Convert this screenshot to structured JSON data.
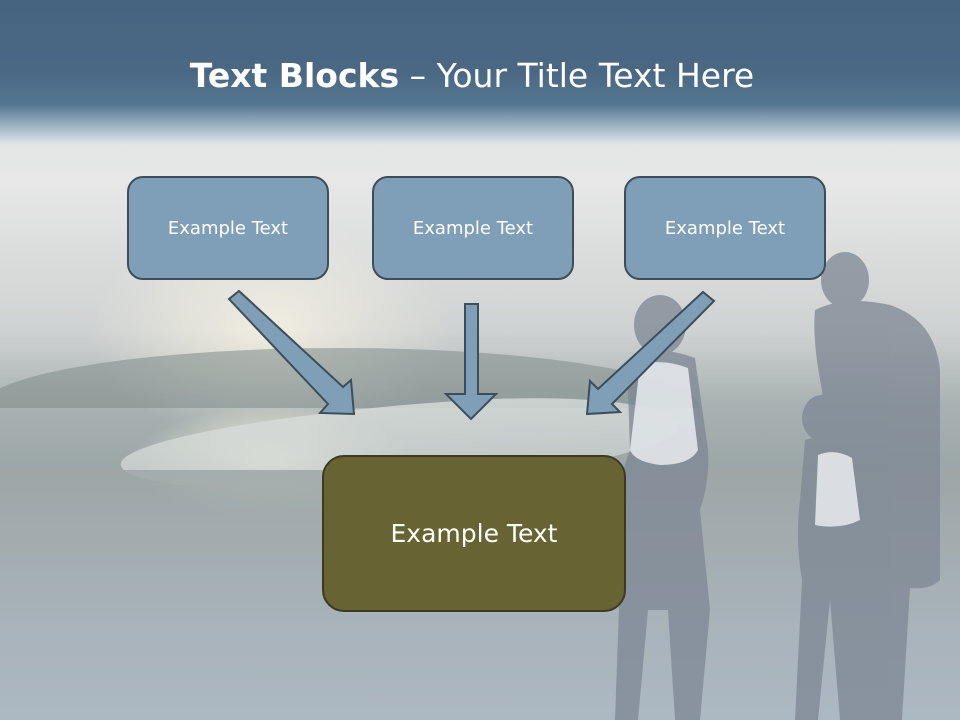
{
  "slide": {
    "title_bold": "Text Blocks",
    "title_dash": " – ",
    "title_rest": "Your Title Text Here"
  },
  "blocks": {
    "top": [
      "Example Text",
      "Example Text",
      "Example Text"
    ],
    "bottom": "Example Text"
  },
  "colors": {
    "title_band": "#46647f",
    "top_box_fill": "#7f9fb8",
    "bottom_box_fill": "#676332",
    "arrow_fill": "#7f9fb8",
    "arrow_stroke": "#3e4d5a"
  }
}
